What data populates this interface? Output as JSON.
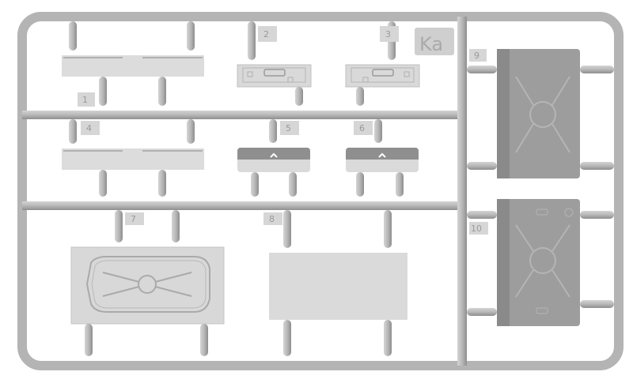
{
  "sprue": {
    "code": "Ka",
    "parts": [
      {
        "number": "1"
      },
      {
        "number": "2"
      },
      {
        "number": "3"
      },
      {
        "number": "4"
      },
      {
        "number": "5"
      },
      {
        "number": "6"
      },
      {
        "number": "7"
      },
      {
        "number": "8"
      },
      {
        "number": "9"
      },
      {
        "number": "10"
      }
    ]
  },
  "colors": {
    "plastic": "#b9b9b9",
    "part_light": "#dadada",
    "part_dark": "#9c9c9c",
    "background": "#ffffff"
  }
}
